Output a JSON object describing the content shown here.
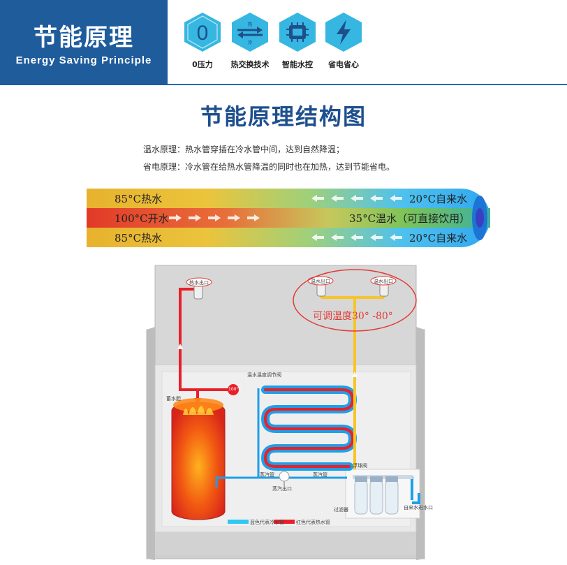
{
  "header": {
    "title": "节能原理",
    "subtitle": "Energy Saving Principle",
    "features": [
      {
        "label": "0压力",
        "icon": "zero-icon"
      },
      {
        "label": "热交换技术",
        "icon": "heat-exchange-icon"
      },
      {
        "label": "智能水控",
        "icon": "smart-control-icon"
      },
      {
        "label": "省电省心",
        "icon": "lightning-icon"
      }
    ],
    "exchange_hot": "热",
    "exchange_cold": "冷",
    "zero": "0"
  },
  "main_title": "节能原理结构图",
  "descriptions": {
    "warm": "温水原理：热水管穿插在冷水管中间，达到自然降温；",
    "power": "省电原理：冷水管在给热水管降温的同时也在加热，达到节能省电。"
  },
  "pipe": {
    "top_left": "85°C热水",
    "top_right": "20°C自来水",
    "mid_left": "100°C开水",
    "mid_right": "35°C温水（可直接饮用）",
    "bottom_left": "85°C热水",
    "bottom_right": "20°C自来水"
  },
  "machine": {
    "hot_outlet": "热水出口",
    "warm_outlet_1": "温水出口",
    "warm_outlet_2": "温水出口",
    "temp_range": "可调温度30°  -80°",
    "temp_valve": "温水温度调节阀",
    "boil_temp": "100°C",
    "tank": "蓄水胆",
    "steam_pipe_1": "蒸汽管",
    "steam_pipe_2": "蒸汽管",
    "steam_outlet": "蒸汽出口",
    "float_valve": "浮球阀",
    "filter": "过滤器",
    "tap_inlet": "自来水进水口",
    "legend_cold": "蓝色代表冷水管",
    "legend_hot": "红色代表热水管"
  },
  "colors": {
    "brand_blue": "#1f5c9c",
    "icon_teal": "#32b6e0",
    "hot_red": "#e8202a",
    "cold_blue": "#1e9fe8",
    "warm_yellow": "#f8c42a",
    "title_blue": "#1e4f8e"
  }
}
